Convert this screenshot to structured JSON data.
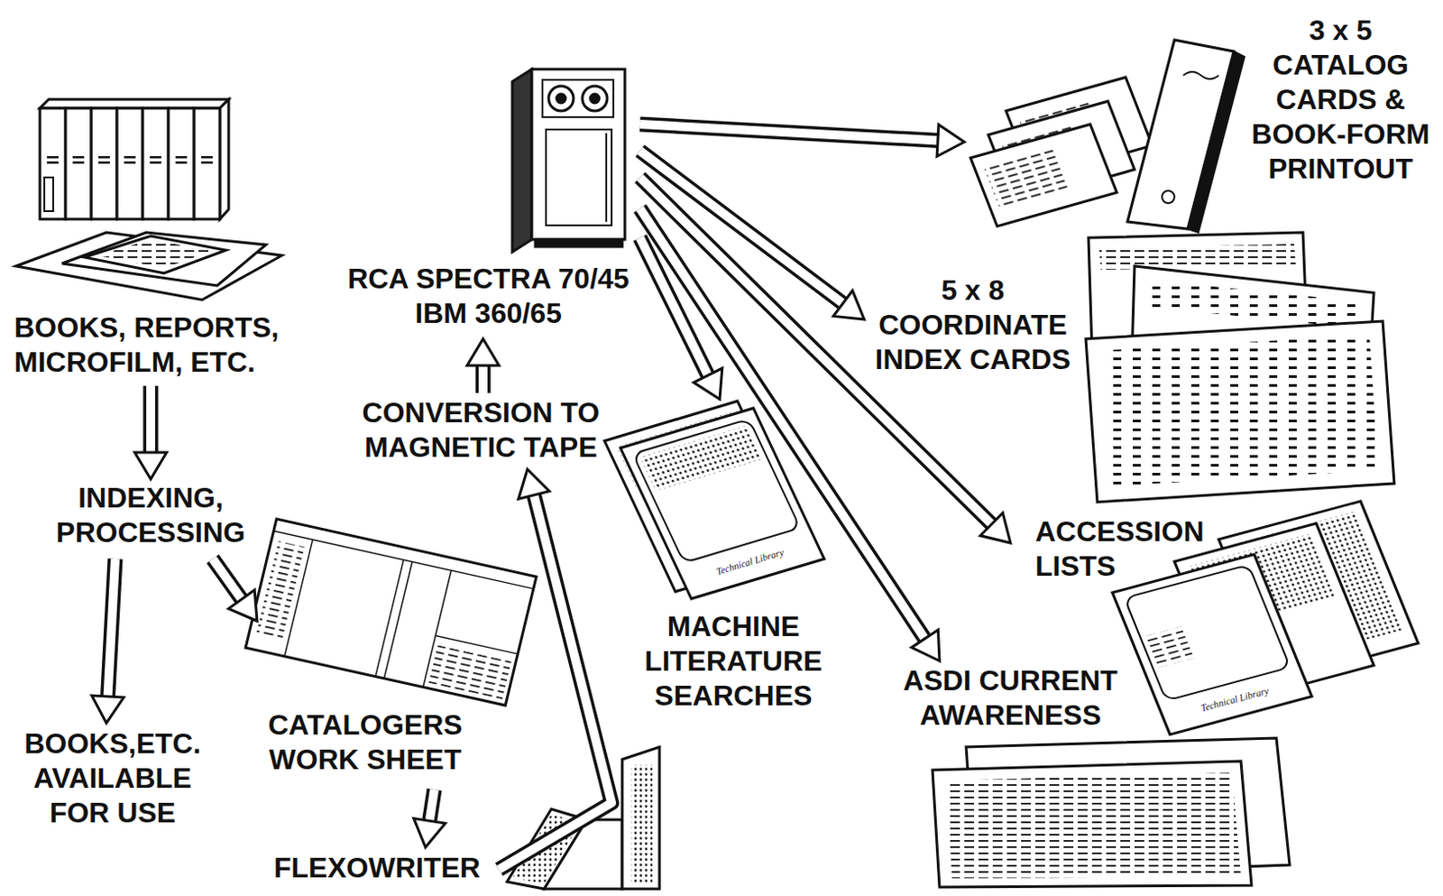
{
  "diagram": {
    "nodes": [
      {
        "text": [
          "BOOKS, REPORTS, MICROFILM, ETC."
        ]
      },
      {
        "text": [
          "INDEXING, PROCESSING"
        ]
      },
      {
        "text": [
          "BOOKS,ETC. AVAILABLE FOR USE"
        ]
      },
      {
        "text": [
          "CATALOGERS WORK SHEET"
        ]
      },
      {
        "text": [
          "FLEXOWRITER"
        ]
      },
      {
        "text": [
          "CONVERSION TO MAGNETIC TAPE"
        ]
      },
      {
        "text": [
          "RCA SPECTRA 70/45 IBM 360/65"
        ]
      },
      {
        "text": [
          "3 x 5 CATALOG CARDS & BOOK-FORM PRINTOUT"
        ]
      },
      {
        "text": [
          "5 x 8 COORDINATE INDEX CARDS"
        ]
      },
      {
        "text": [
          "MACHINE LITERATURE SEARCHES"
        ]
      },
      {
        "text": [
          "ACCESSION LISTS"
        ]
      },
      {
        "text": [
          "ASDI CURRENT AWARENESS"
        ]
      }
    ],
    "edges": [
      {
        "from": 0,
        "to": 1,
        "arrow": "to"
      },
      {
        "from": 1,
        "to": 2,
        "arrow": "to"
      },
      {
        "from": 1,
        "to": 3,
        "arrow": "to"
      },
      {
        "from": 3,
        "to": 4,
        "arrow": "to"
      },
      {
        "from": 4,
        "to": 5,
        "arrow": "to"
      },
      {
        "from": 5,
        "to": 6,
        "arrow": "to"
      },
      {
        "from": 6,
        "to": 7,
        "arrow": "to"
      },
      {
        "from": 6,
        "to": 8,
        "arrow": "to"
      },
      {
        "from": 6,
        "to": 9,
        "arrow": "to"
      },
      {
        "from": 6,
        "to": 10,
        "arrow": "to"
      },
      {
        "from": 6,
        "to": 11,
        "arrow": "to"
      }
    ],
    "labels": [
      "Technical Library",
      "Technical Library"
    ]
  }
}
